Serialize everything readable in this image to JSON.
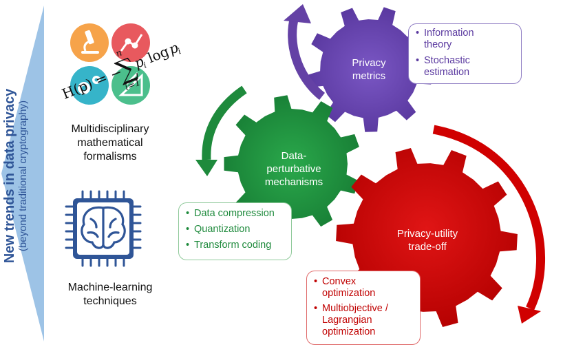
{
  "side_title": {
    "main": "New trends in data privacy",
    "sub": "(beyond traditional cryptography)"
  },
  "left_items": [
    {
      "caption": "Multidisciplinary\nmathematical\nformalisms",
      "icon": "math-icons-cluster"
    },
    {
      "caption": "Machine-learning\ntechniques",
      "icon": "brain-chip-icon"
    }
  ],
  "formula": {
    "lhs": "H(p) = −",
    "upper": "n",
    "lower": "i=1",
    "term": "p",
    "log": "log",
    "sub": "i"
  },
  "gears": [
    {
      "id": "privacy-metrics",
      "label": "Privacy\nmetrics",
      "color": "#6441a5",
      "bullets": [
        "Information\ntheory",
        "Stochastic\nestimation"
      ]
    },
    {
      "id": "data-perturbative",
      "label": "Data-\nperturbative\nmechanisms",
      "color": "#1e8a3c",
      "bullets": [
        "Data compression",
        "Quantization",
        "Transform coding"
      ]
    },
    {
      "id": "privacy-utility",
      "label": "Privacy-utility\ntrade-off",
      "color": "#d00000",
      "bullets": [
        "Convex\noptimization",
        "Multiobjective /\nLagrangian\noptimization"
      ]
    }
  ],
  "colors": {
    "side_arrow": "#9dc3e6",
    "side_text": "#2f5597",
    "icon_orange": "#f6a34a",
    "icon_red": "#e8595e",
    "icon_teal": "#36b4c9",
    "icon_green": "#4bbf8c",
    "brain_blue": "#2f5597"
  }
}
